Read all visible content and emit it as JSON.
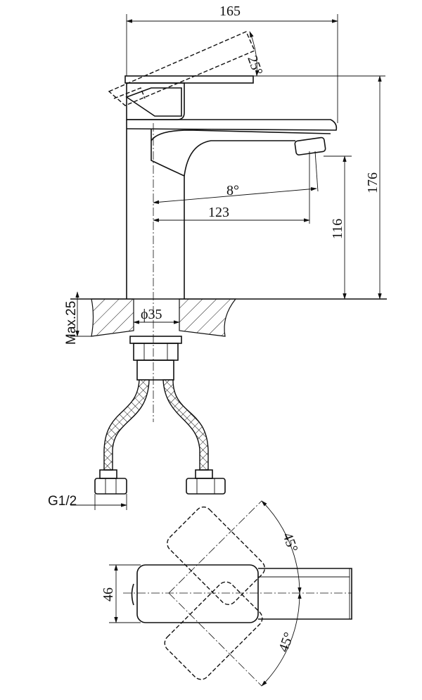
{
  "title": "Faucet technical drawing",
  "dimensions": {
    "overall_width": "165",
    "handle_angle": "25°",
    "overall_height": "176",
    "spout_angle": "8°",
    "spout_reach": "123",
    "spout_height": "116",
    "max_thickness": "Max.25",
    "hole_diameter": "ϕ35",
    "thread": "G1/2",
    "top_width": "46",
    "rotation_upper": "45°",
    "rotation_lower": "45°"
  }
}
